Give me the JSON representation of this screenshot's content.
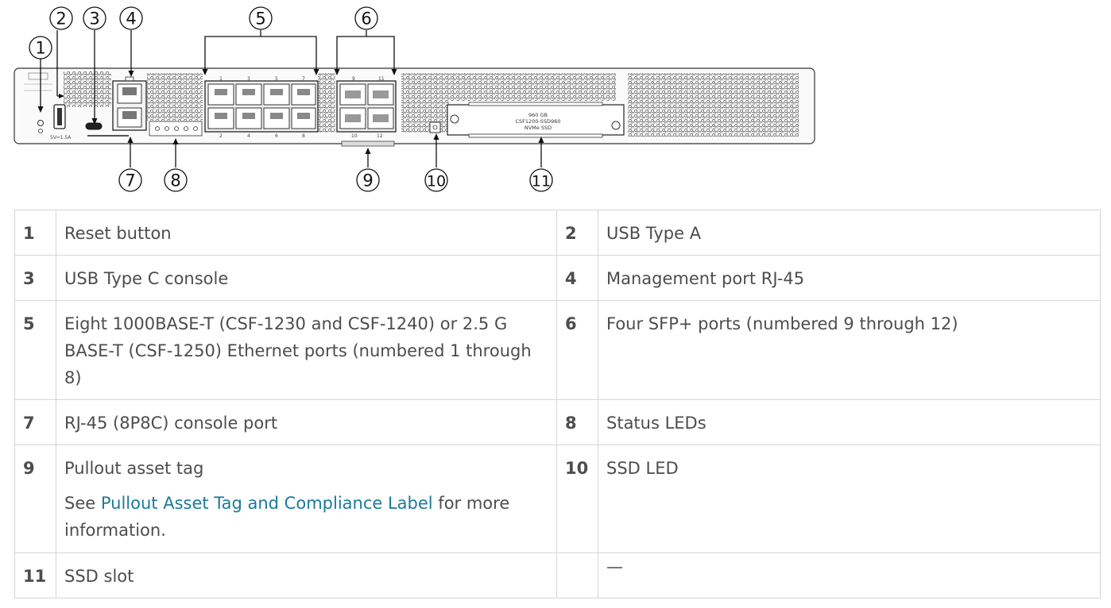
{
  "figure": {
    "callouts": [
      "1",
      "2",
      "3",
      "4",
      "5",
      "6",
      "7",
      "8",
      "9",
      "10",
      "11"
    ],
    "device_labels": {
      "usb_power": "5V⎓1.5A",
      "ssd_capacity": "960 GB",
      "ssd_model": "CSF1200-SSD960",
      "ssd_type": "NVMe SSD",
      "rj45_top_labels": [
        "1",
        "3",
        "5",
        "7"
      ],
      "rj45_bottom_labels": [
        "2",
        "4",
        "6",
        "8"
      ],
      "sfp_top_labels": [
        "9",
        "11"
      ],
      "sfp_bottom_labels": [
        "10",
        "12"
      ]
    }
  },
  "legend": {
    "rows": [
      {
        "left": {
          "num": "1",
          "text": "Reset button"
        },
        "right": {
          "num": "2",
          "text": "USB Type A"
        }
      },
      {
        "left": {
          "num": "3",
          "text": "USB Type C console"
        },
        "right": {
          "num": "4",
          "text": "Management port RJ-45"
        }
      },
      {
        "left": {
          "num": "5",
          "text": "Eight 1000BASE-T (CSF-1230 and CSF-1240) or 2.5 G BASE-T (CSF-1250) Ethernet ports (numbered 1 through 8)"
        },
        "right": {
          "num": "6",
          "text": "Four SFP+ ports (numbered 9 through 12)"
        }
      },
      {
        "left": {
          "num": "7",
          "text": "RJ-45 (8P8C) console port"
        },
        "right": {
          "num": "8",
          "text": "Status LEDs"
        }
      },
      {
        "left": {
          "num": "9",
          "text": "Pullout asset tag",
          "note_prefix": "See ",
          "note_link": "Pullout Asset Tag and Compliance Label",
          "note_suffix": " for more information."
        },
        "right": {
          "num": "10",
          "text": "SSD LED"
        }
      },
      {
        "left": {
          "num": "11",
          "text": "SSD slot"
        },
        "right": {
          "num": "",
          "text": "—"
        }
      }
    ]
  },
  "colors": {
    "link": "#1a7a9a",
    "border": "#d6d6d6",
    "text": "#4d4d4d"
  }
}
